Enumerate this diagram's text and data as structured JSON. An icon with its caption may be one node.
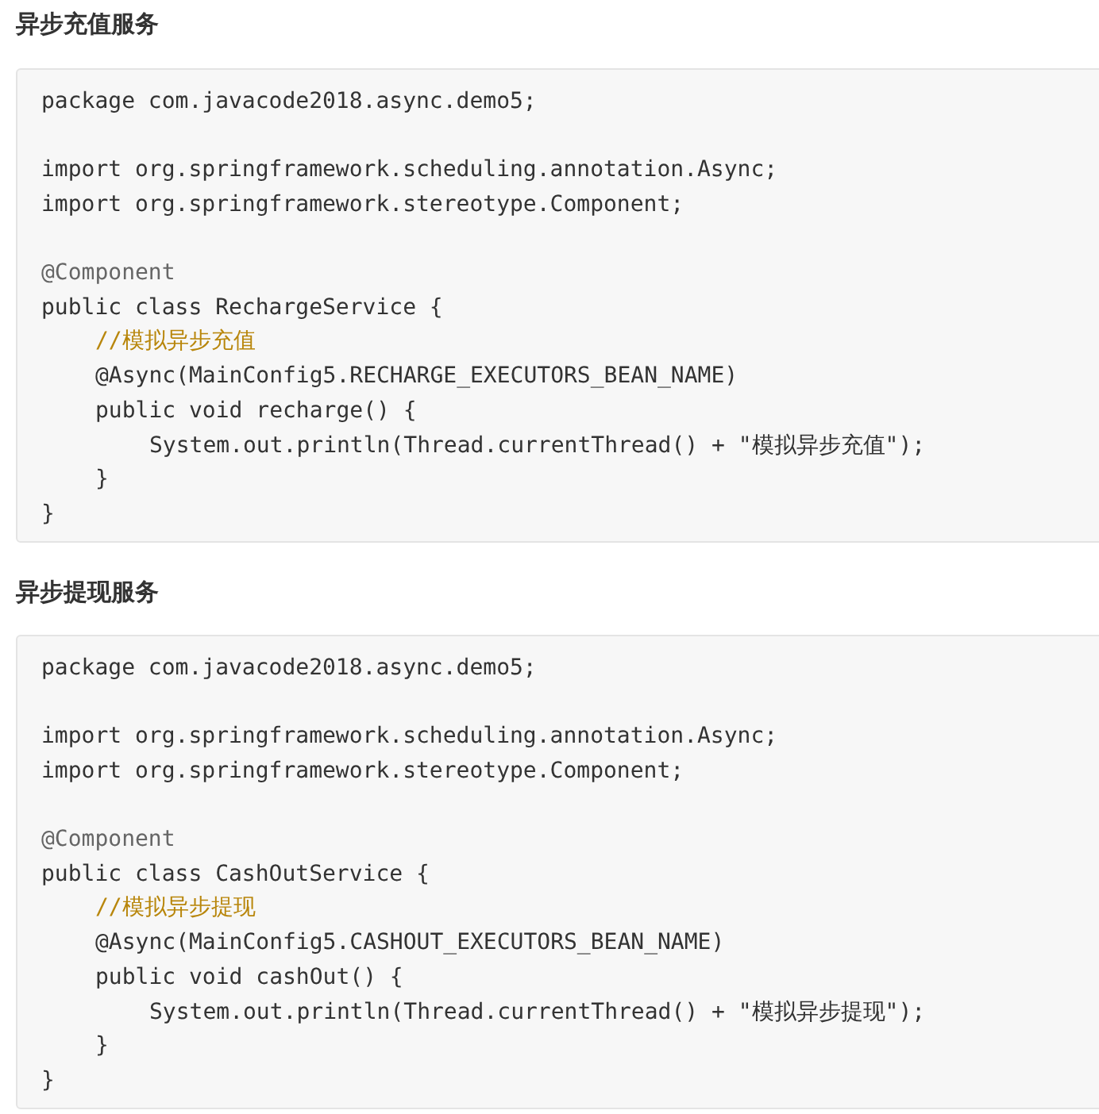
{
  "diagram": {
    "nodes": [
      {
        "text": [
          "异步充值服务",
          "package com.javacode2018.async.demo5;",
          "import org.springframework.scheduling.annotation.Async;",
          "import org.springframework.stereotype.Component;",
          "@Component",
          "public class RechargeService {",
          "//模拟异步充值",
          "@Async(MainConfig5.RECHARGE_EXECUTORS_BEAN_NAME)",
          "public void recharge() {",
          "System.out.println(Thread.currentThread() + \"模拟异步充值\");",
          "}",
          "}"
        ]
      },
      {
        "text": [
          "异步提现服务",
          "package com.javacode2018.async.demo5;",
          "import org.springframework.scheduling.annotation.Async;",
          "import org.springframework.stereotype.Component;",
          "@Component",
          "public class CashOutService {",
          "//模拟异步提现",
          "@Async(MainConfig5.CASHOUT_EXECUTORS_BEAN_NAME)",
          "public void cashOut() {",
          "System.out.println(Thread.currentThread() + \"模拟异步提现\");",
          "}",
          "}"
        ]
      }
    ]
  }
}
